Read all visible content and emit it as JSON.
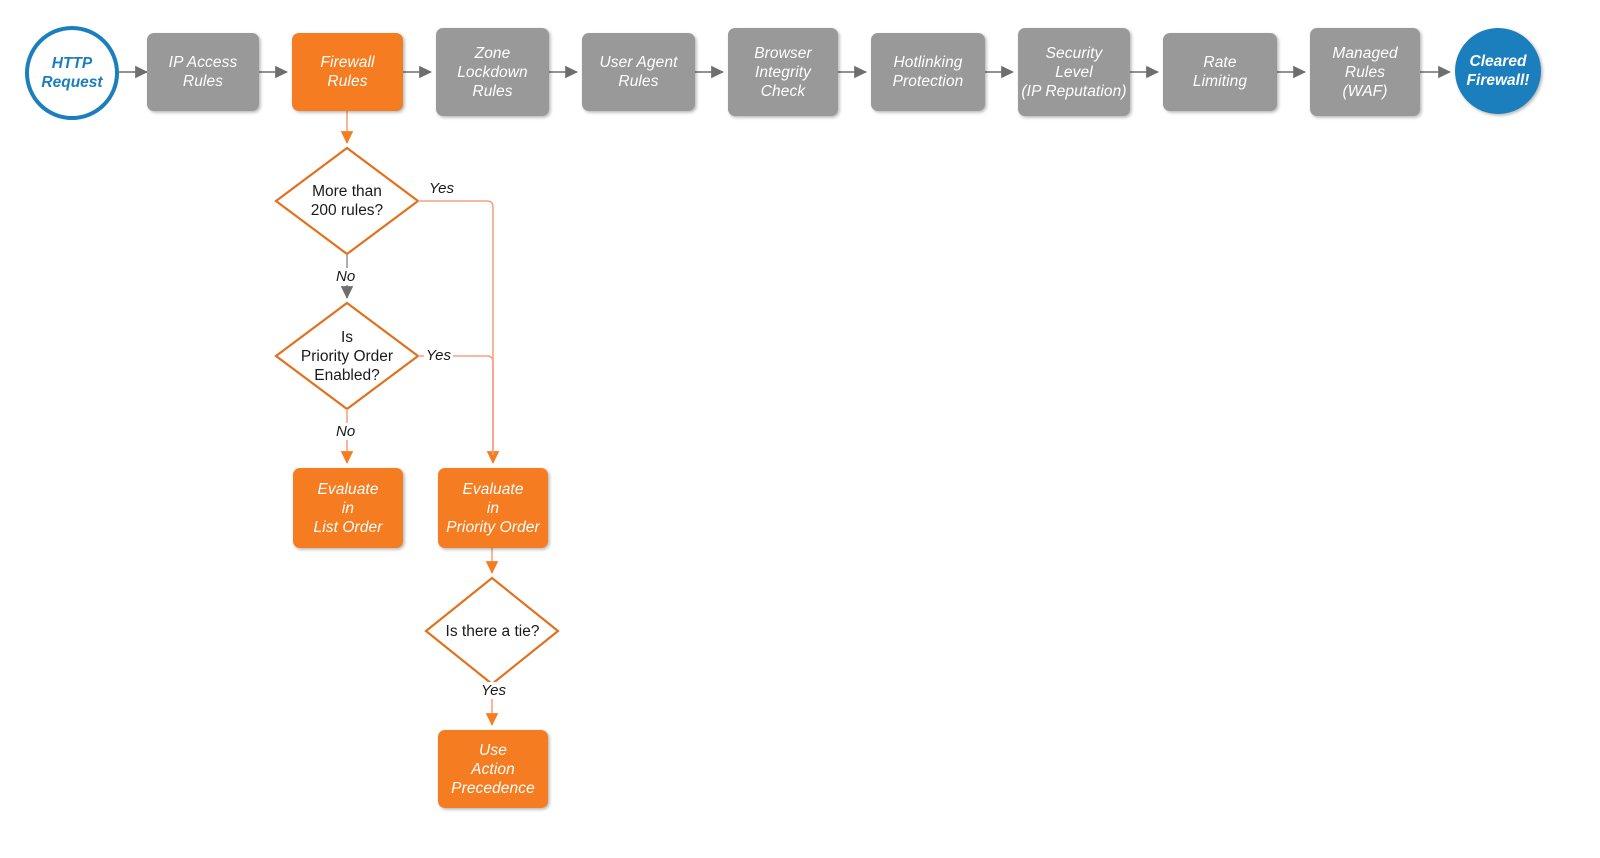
{
  "diagram": {
    "title": "Cloudflare firewall request evaluation order",
    "colors": {
      "process_grey": "#999999",
      "highlight_orange": "#F57C20",
      "terminal_blue": "#1B7FBD",
      "connector_grey": "#6E6E6E",
      "connector_orange": "#F0845C",
      "text_dark": "#1a1a1a",
      "canvas": "#ffffff"
    },
    "pipeline": [
      {
        "id": "http-request",
        "label": "HTTP Request",
        "shape": "circle-hollow"
      },
      {
        "id": "ip-access-rules",
        "label": "IP Access\nRules",
        "shape": "process",
        "style": "grey"
      },
      {
        "id": "firewall-rules",
        "label": "Firewall\nRules",
        "shape": "process",
        "style": "orange"
      },
      {
        "id": "zone-lockdown-rules",
        "label": "Zone\nLockdown\nRules",
        "shape": "process",
        "style": "grey"
      },
      {
        "id": "user-agent-rules",
        "label": "User Agent\nRules",
        "shape": "process",
        "style": "grey"
      },
      {
        "id": "browser-integrity",
        "label": "Browser\nIntegrity\nCheck",
        "shape": "process",
        "style": "grey"
      },
      {
        "id": "hotlinking",
        "label": "Hotlinking\nProtection",
        "shape": "process",
        "style": "grey"
      },
      {
        "id": "security-level",
        "label": "Security\nLevel\n(IP Reputation)",
        "shape": "process",
        "style": "grey"
      },
      {
        "id": "rate-limiting",
        "label": "Rate\nLimiting",
        "shape": "process",
        "style": "grey"
      },
      {
        "id": "managed-rules-waf",
        "label": "Managed\nRules\n(WAF)",
        "shape": "process",
        "style": "grey"
      },
      {
        "id": "cleared-firewall",
        "label": "Cleared\nFirewall!",
        "shape": "circle-filled"
      }
    ],
    "branch": {
      "decision_more_than_200": "More than\n200 rules?",
      "decision_priority_order": "Is\nPriority Order\nEnabled?",
      "decision_tie": "Is there a tie?",
      "evaluate_list_order": "Evaluate\nin\nList Order",
      "evaluate_priority_order": "Evaluate\nin\nPriority Order",
      "use_action_precedence": "Use\nAction\nPrecedence"
    },
    "edge_labels": {
      "yes_200": "Yes",
      "no_200": "No",
      "yes_priority": "Yes",
      "no_priority": "No",
      "yes_tie": "Yes"
    }
  }
}
